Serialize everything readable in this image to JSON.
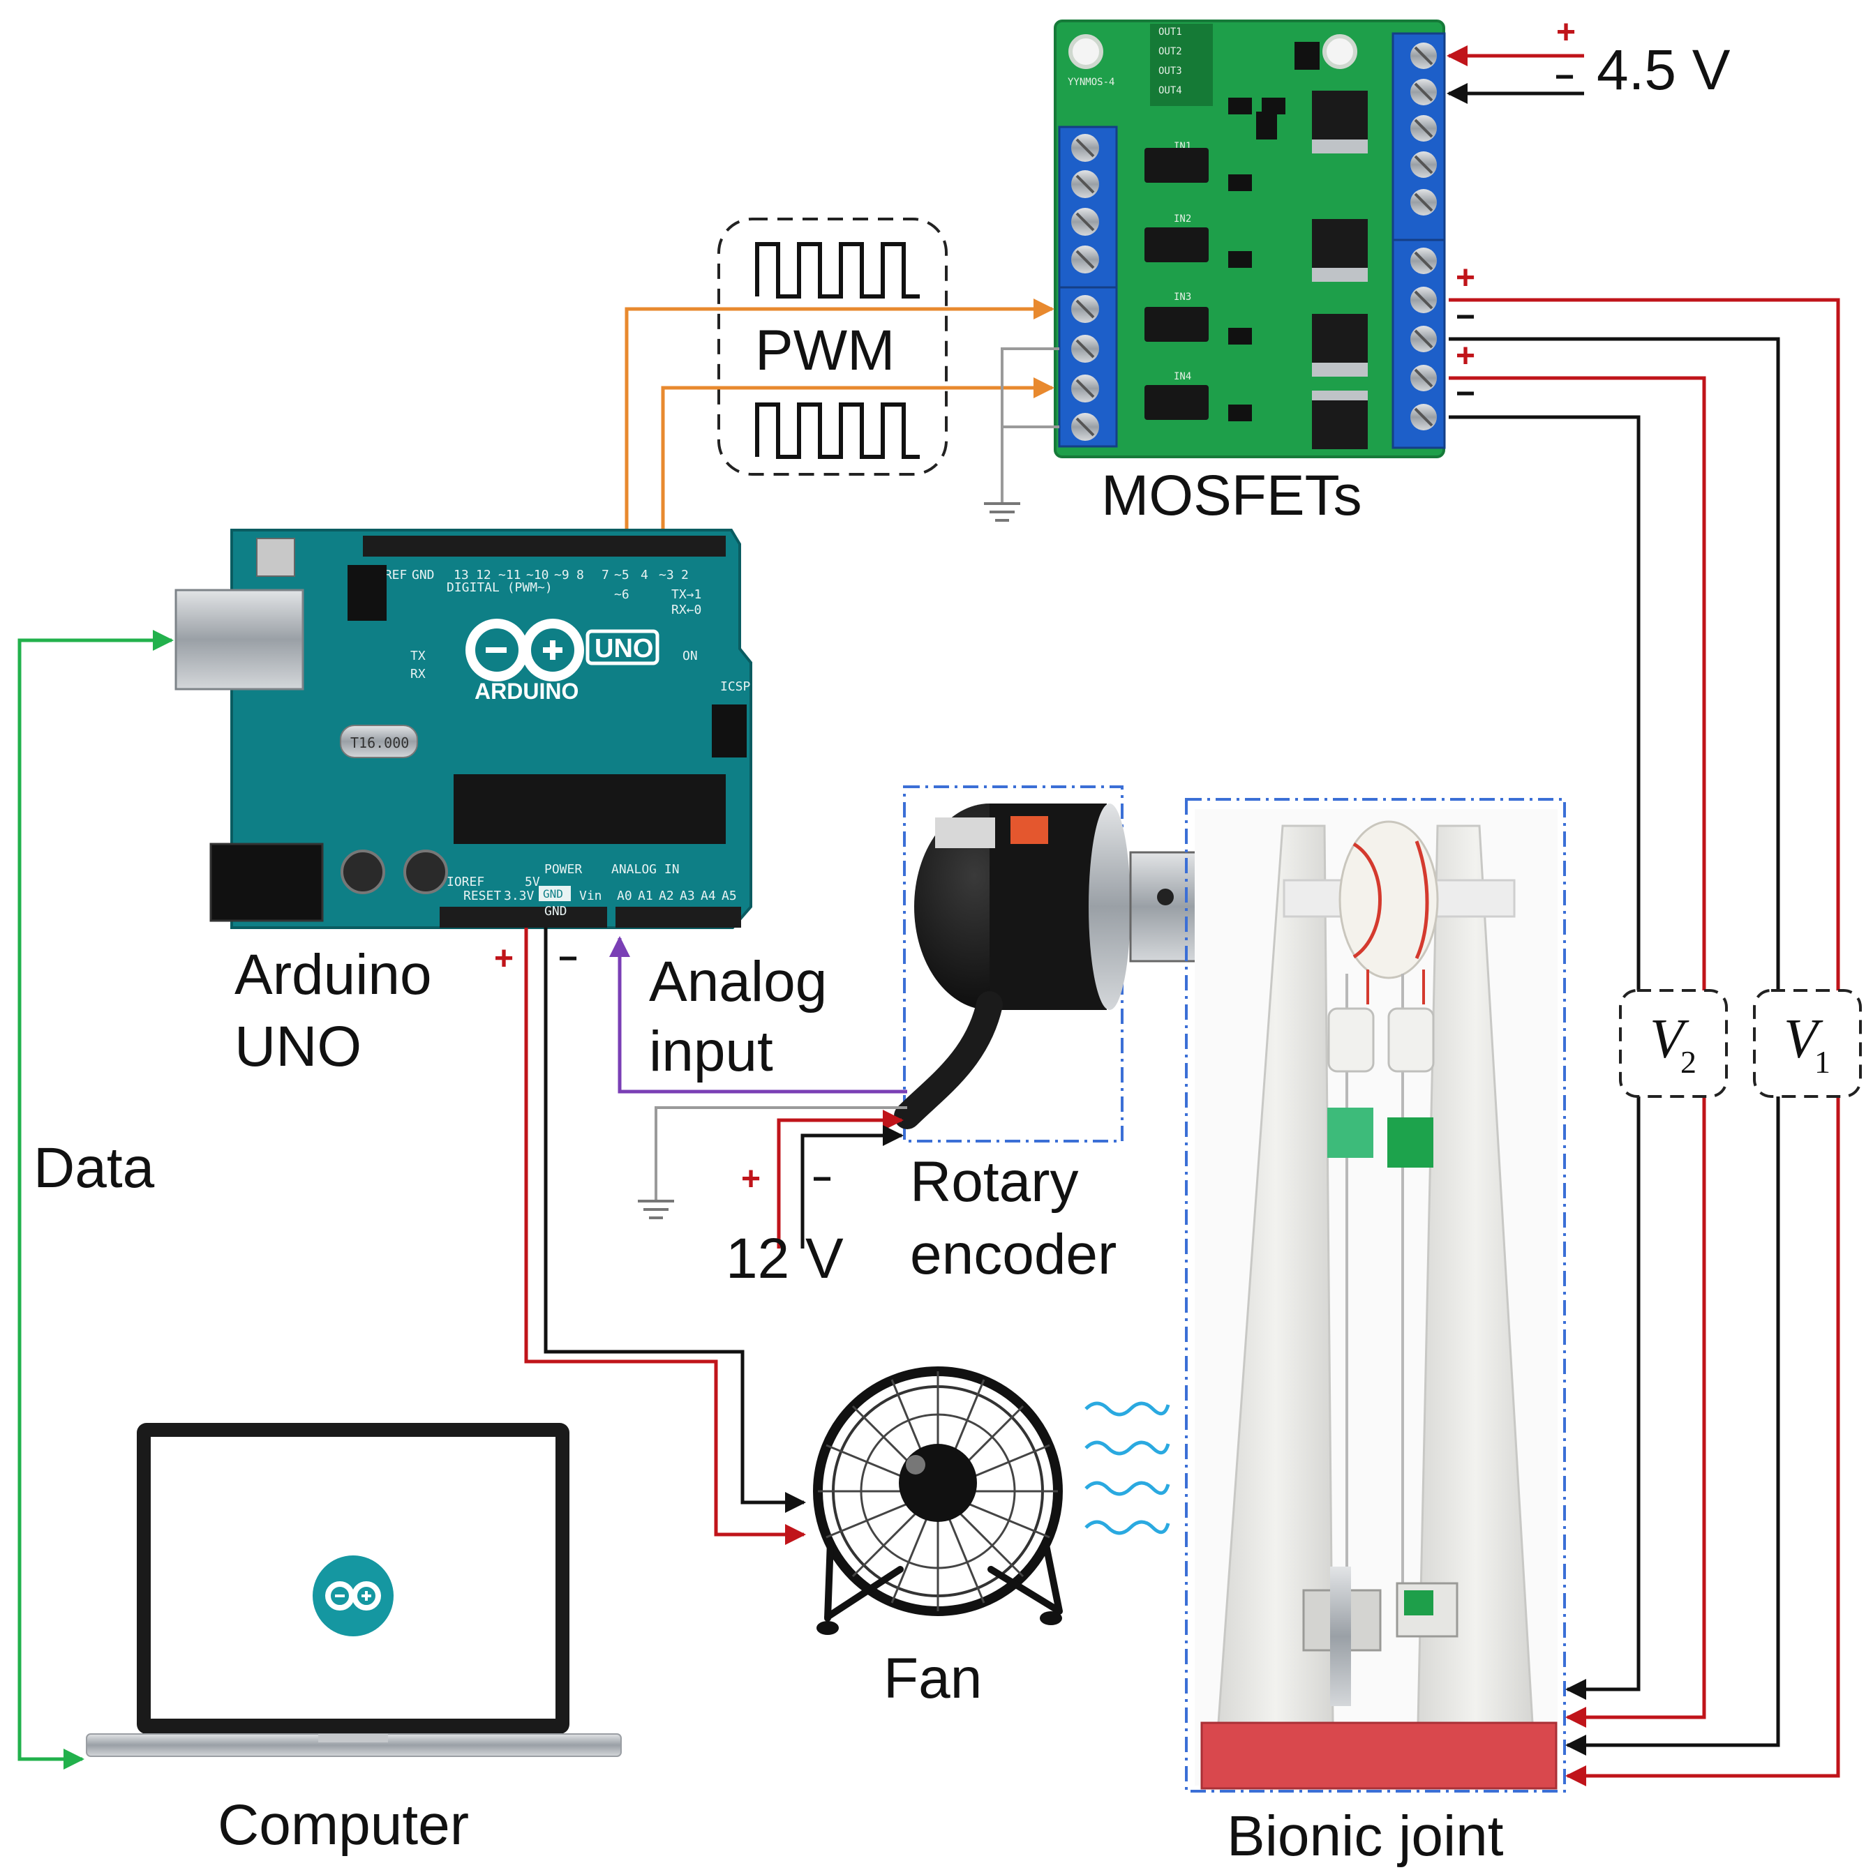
{
  "labels": {
    "pwm": "PWM",
    "mosfets": "MOSFETs",
    "supply_mosfet": "4.5 V",
    "arduino_line1": "Arduino",
    "arduino_line2": "UNO",
    "analog_line1": "Analog",
    "analog_line2": "input",
    "data": "Data",
    "supply_encoder": "12 V",
    "encoder_line1": "Rotary",
    "encoder_line2": "encoder",
    "fan": "Fan",
    "computer": "Computer",
    "bionic_joint": "Bionic joint"
  },
  "voltmeters": [
    {
      "symbol": "V",
      "subscript": "2"
    },
    {
      "symbol": "V",
      "subscript": "1"
    }
  ],
  "signs": {
    "plus": "+",
    "minus": "−"
  },
  "arduino_board": {
    "brand": "ARDUINO",
    "model": "UNO",
    "header_digital": "DIGITAL (PWM~)",
    "header_power": "POWER",
    "header_analog": "ANALOG IN",
    "crystal": "T16.000",
    "on_led": "ON",
    "icsp": "ICSP",
    "gnd": "GND",
    "aref": "AREF",
    "tx": "TX",
    "rx": "RX",
    "digital_pins": [
      "13",
      "12",
      "~11",
      "~10",
      "~9",
      "8",
      "7",
      "~6",
      "~5",
      "4",
      "~3",
      "2",
      "TX→1",
      "RX←0"
    ],
    "analog_pins": [
      "A0",
      "A1",
      "A2",
      "A3",
      "A4",
      "A5"
    ],
    "power_pins": [
      "IOREF",
      "RESET",
      "3.3V",
      "5V",
      "GND",
      "GND",
      "Vin"
    ]
  },
  "mosfet_board": {
    "model": "YYNMOS-4",
    "outputs": [
      "OUT1",
      "OUT2",
      "OUT3",
      "OUT4"
    ],
    "inputs": [
      "IN1",
      "IN2",
      "IN3",
      "IN4"
    ]
  },
  "colors": {
    "pwm_wire": "#e8892e",
    "data_wire": "#22b14c",
    "analog_wire": "#7a3fb5",
    "positive_wire": "#c0141a",
    "negative_wire": "#111111",
    "ground_wire": "#9a9a9a",
    "frame_dash": "#3b6fd6",
    "arduino_pcb": "#0e7f86",
    "mosfet_pcb": "#1e9f4a",
    "terminal_blue": "#1d5fc9",
    "joint_base": "#d9484d"
  }
}
